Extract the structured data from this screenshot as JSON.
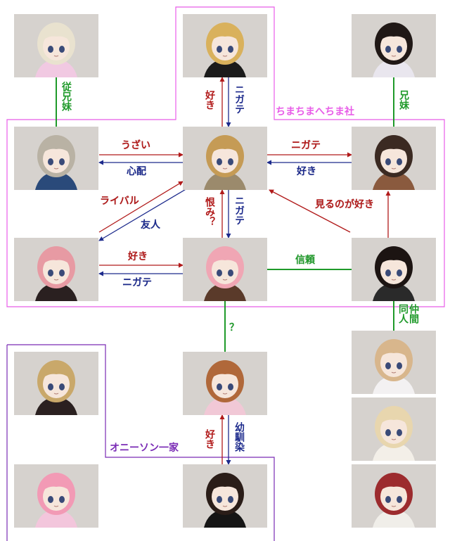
{
  "groups": {
    "chimachima": {
      "label": "ちまちまへちま社",
      "color": "#e85ce8"
    },
    "onizon": {
      "label": "オニーソン一家",
      "color": "#7a2bb5"
    }
  },
  "colors": {
    "like": "#b11a1a",
    "dislike": "#1c2a8c",
    "neutral": "#1f9a2a"
  },
  "characters": [
    {
      "id": "cousin",
      "hair": "#e9e2cf",
      "outfit": "#f1c9e2"
    },
    {
      "id": "twin-tails-blonde",
      "hair": "#d9b15c",
      "outfit": "#1b1b1b"
    },
    {
      "id": "black-twin-tails",
      "hair": "#201816",
      "outfit": "#e9e6ee"
    },
    {
      "id": "silver-hair",
      "hair": "#b9b2a4",
      "outfit": "#2a4a7a"
    },
    {
      "id": "center-khaki",
      "hair": "#c59b55",
      "outfit": "#9b8a6c"
    },
    {
      "id": "brunette-plaid",
      "hair": "#3b2a22",
      "outfit": "#8a5a3e"
    },
    {
      "id": "pink-short",
      "hair": "#e79aa3",
      "outfit": "#2a2020"
    },
    {
      "id": "pink-long",
      "hair": "#f0a6b4",
      "outfit": "#5a3a2a"
    },
    {
      "id": "glasses",
      "hair": "#1c1412",
      "outfit": "#2a2a2a"
    },
    {
      "id": "blonde-scarf",
      "hair": "#c9a86a",
      "outfit": "#2a2020"
    },
    {
      "id": "auburn-twin",
      "hair": "#b0683a",
      "outfit": "#f1c8d6"
    },
    {
      "id": "blonde-bow",
      "hair": "#d8b68c",
      "outfit": "#f3f1f2"
    },
    {
      "id": "pink-pigtails",
      "hair": "#f29ab5",
      "outfit": "#f3c6dc"
    },
    {
      "id": "cat-ears",
      "hair": "#2a1d18",
      "outfit": "#151515"
    },
    {
      "id": "blonde-headband",
      "hair": "#e8d6ae",
      "outfit": "#f3efe8"
    },
    {
      "id": "red-bob",
      "hair": "#9c2b2e",
      "outfit": "#f0eee9"
    }
  ],
  "edges": {
    "cousin_siblings": "従兄妹",
    "siblings": "兄妹",
    "nakama": "仲間",
    "doujin": "同人",
    "annoying": "うざい",
    "worried": "心配",
    "rival": "ライバル",
    "friend": "友人",
    "like": "好き",
    "nigate": "ニガテ",
    "resent": "恨み？",
    "enjoy_watching": "見るのが好き",
    "trust": "信頼",
    "question": "？",
    "childhood_friend": "幼馴染"
  }
}
